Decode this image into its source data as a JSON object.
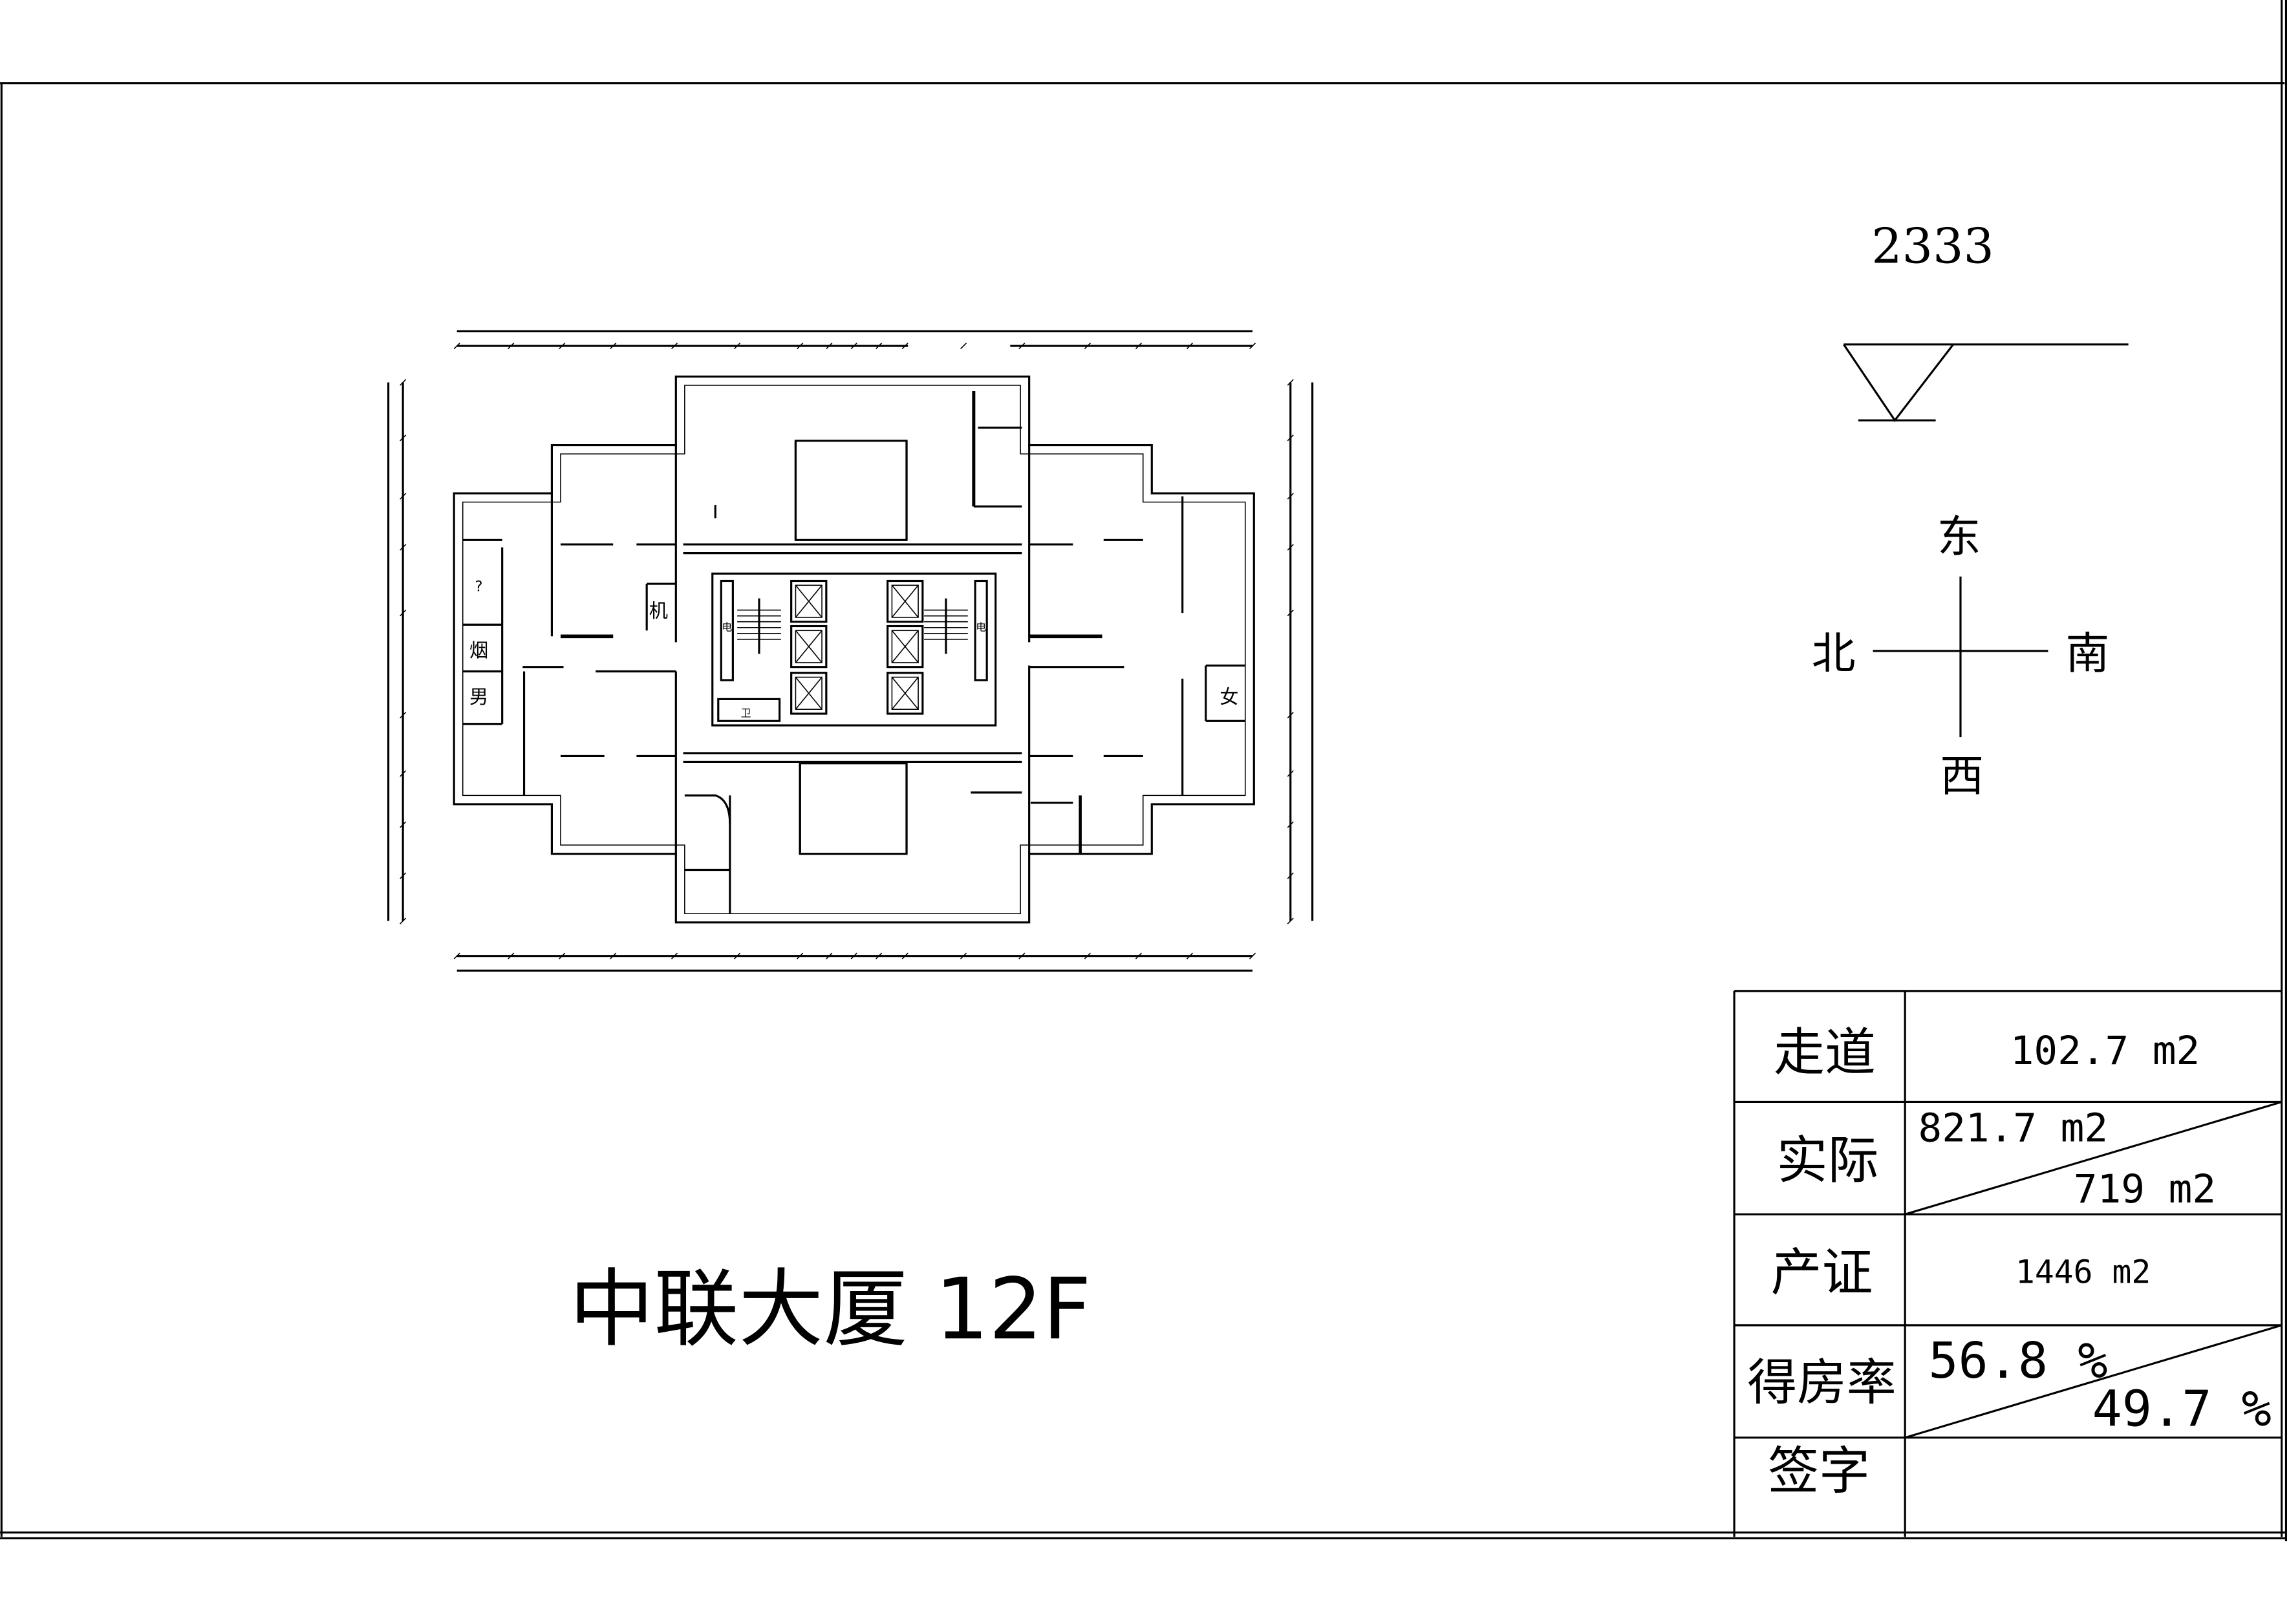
{
  "title": "中联大厦 12F",
  "elevation_value": "2333",
  "compass": {
    "east": "东",
    "west": "西",
    "north": "北",
    "south": "南"
  },
  "room_labels": {
    "machine": "机",
    "unknown": "?",
    "smoking": "烟",
    "men": "男",
    "women": "女",
    "washroom": "卫",
    "electric_left": "电",
    "electric_right": "电"
  },
  "area_table": {
    "rows": [
      {
        "label": "走道",
        "value": "102.7 m2"
      },
      {
        "label": "实际",
        "value_top": "821.7 m2",
        "value_bottom": "719 m2"
      },
      {
        "label": "产证",
        "value": "1446 m2"
      },
      {
        "label": "得房率",
        "value_top": "56.8 %",
        "value_bottom": "49.7 %"
      },
      {
        "label": "签字",
        "value": ""
      }
    ]
  }
}
